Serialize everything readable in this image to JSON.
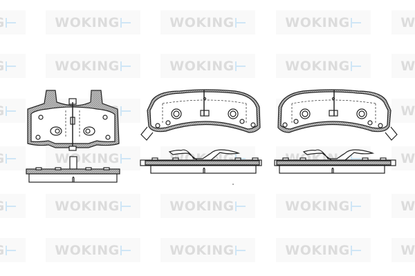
{
  "watermark": {
    "text": "WOKING",
    "mark_color": "#cfe6f6",
    "text_color": "#dcdcdc",
    "tile_bg": "#f9f9f9",
    "columns_x": [
      -100,
      66,
      232,
      399,
      566
    ],
    "rows_y": [
      15,
      78,
      143,
      212,
      281,
      345
    ]
  },
  "drawing": {
    "subject": "brake pad set technical drawing",
    "parts": [
      {
        "name": "pad-1-front-view"
      },
      {
        "name": "pad-1-side-view"
      },
      {
        "name": "pad-2-front-view"
      },
      {
        "name": "pad-2-side-view"
      },
      {
        "name": "pad-3-front-view"
      },
      {
        "name": "pad-3-side-view"
      }
    ],
    "line_color": "#222222",
    "hatch_color": "#8a8a8a"
  }
}
